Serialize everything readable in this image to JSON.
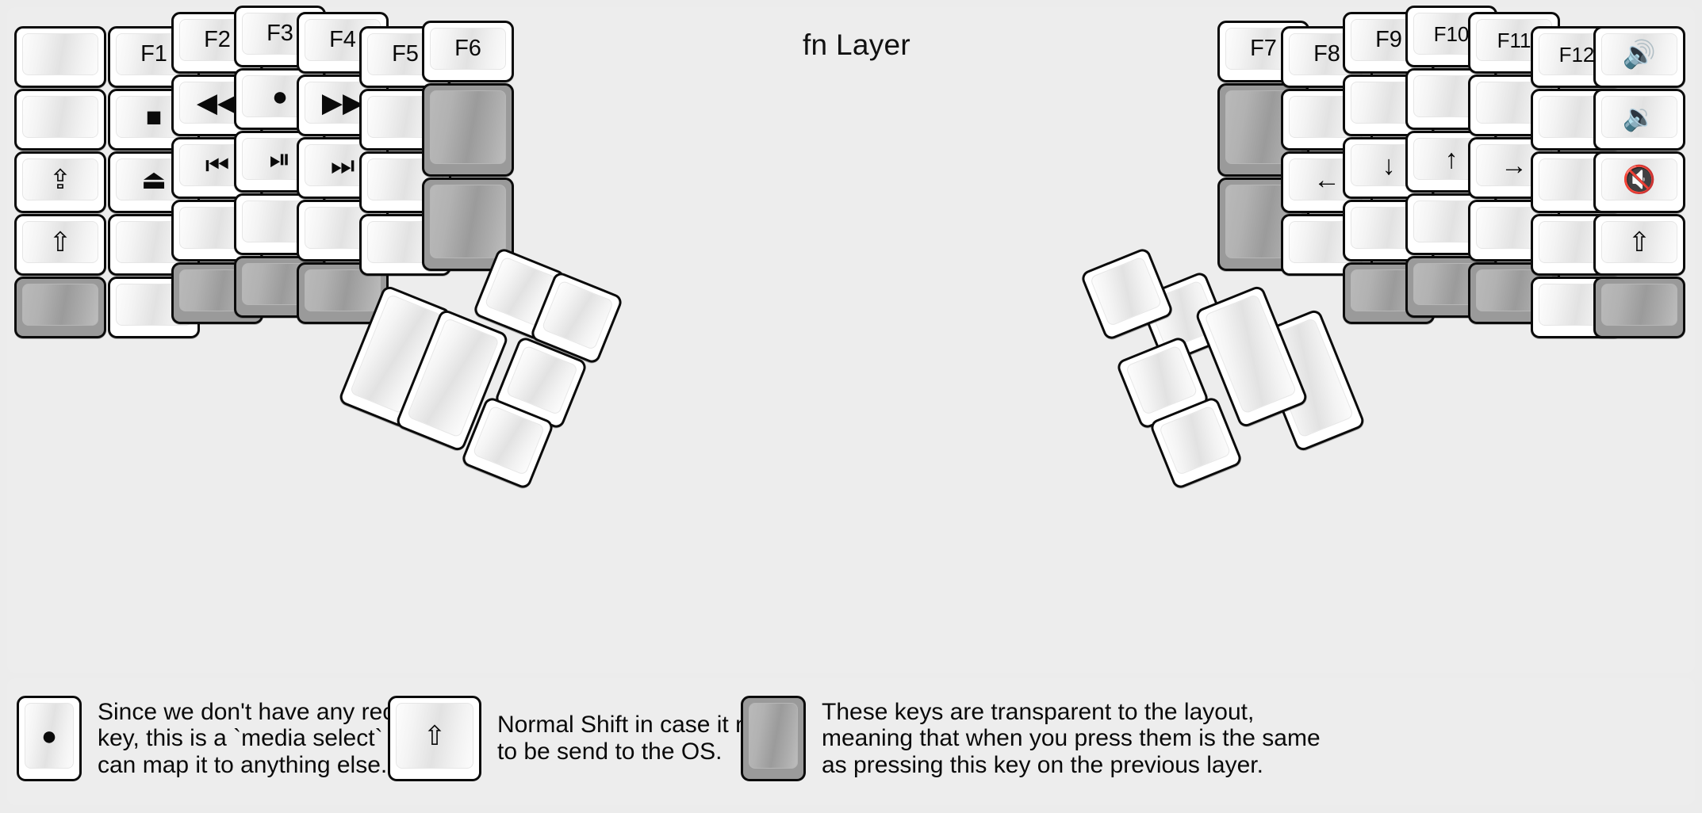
{
  "title": "fn Layer",
  "colors": {
    "page_background": "#ececec",
    "panel_background": "#ededed",
    "key_fill": "#ffffff",
    "key_border": "#0b0b0b",
    "transparent_key_fill": "#9a9a9a",
    "label_color": "#0a0a0a"
  },
  "glyphs": {
    "blank": "",
    "caps_lock": "⇪",
    "shift": "⇧",
    "stop": "■",
    "eject": "⏏",
    "record": "●",
    "rewind": "◀◀",
    "fast_forward": "▶▶",
    "prev_track": "⏮",
    "play_pause": "⏯",
    "next_track": "⏭",
    "arrow_left": "←",
    "arrow_down": "↓",
    "arrow_up": "↑",
    "arrow_right": "→",
    "volume_up": "🔊",
    "volume_down": "🔉",
    "volume_mute": "🔇"
  },
  "left_half": {
    "columns": [
      {
        "name": "pinky-outer",
        "keys": [
          {
            "label": "",
            "icon": "blank-key",
            "transparent": false
          },
          {
            "label": "",
            "icon": "blank-key",
            "transparent": false
          },
          {
            "label": "⇪",
            "icon": "caps-lock-icon",
            "transparent": false
          },
          {
            "label": "⇧",
            "icon": "shift-icon",
            "transparent": false
          },
          {
            "label": "",
            "icon": "transparent-key",
            "transparent": true
          }
        ]
      },
      {
        "name": "pinky",
        "keys": [
          {
            "label": "F1",
            "icon": "f1-key",
            "transparent": false
          },
          {
            "label": "■",
            "icon": "media-stop-icon",
            "transparent": false
          },
          {
            "label": "⏏",
            "icon": "media-eject-icon",
            "transparent": false
          },
          {
            "label": "",
            "icon": "blank-key",
            "transparent": false
          },
          {
            "label": "",
            "icon": "blank-key",
            "transparent": false
          }
        ]
      },
      {
        "name": "ring",
        "keys": [
          {
            "label": "F2",
            "icon": "f2-key",
            "transparent": false
          },
          {
            "label": "◀◀",
            "icon": "media-rewind-icon",
            "transparent": false
          },
          {
            "label": "⏮",
            "icon": "media-prev-track-icon",
            "transparent": false
          },
          {
            "label": "",
            "icon": "blank-key",
            "transparent": false
          },
          {
            "label": "",
            "icon": "transparent-key",
            "transparent": true
          }
        ]
      },
      {
        "name": "middle",
        "keys": [
          {
            "label": "F3",
            "icon": "f3-key",
            "transparent": false
          },
          {
            "label": "●",
            "icon": "media-record-icon",
            "transparent": false
          },
          {
            "label": "⏯",
            "icon": "media-play-pause-icon",
            "transparent": false
          },
          {
            "label": "",
            "icon": "blank-key",
            "transparent": false
          },
          {
            "label": "",
            "icon": "transparent-key",
            "transparent": true
          }
        ]
      },
      {
        "name": "index",
        "keys": [
          {
            "label": "F4",
            "icon": "f4-key",
            "transparent": false
          },
          {
            "label": "▶▶",
            "icon": "media-fast-forward-icon",
            "transparent": false
          },
          {
            "label": "⏭",
            "icon": "media-next-track-icon",
            "transparent": false
          },
          {
            "label": "",
            "icon": "blank-key",
            "transparent": false
          },
          {
            "label": "",
            "icon": "transparent-key",
            "transparent": true
          }
        ]
      },
      {
        "name": "index-inner",
        "keys": [
          {
            "label": "F5",
            "icon": "f5-key",
            "transparent": false
          },
          {
            "label": "",
            "icon": "blank-key",
            "transparent": false
          },
          {
            "label": "",
            "icon": "blank-key",
            "transparent": false
          },
          {
            "label": "",
            "icon": "blank-key",
            "transparent": false
          }
        ]
      },
      {
        "name": "innermost",
        "keys": [
          {
            "label": "F6",
            "icon": "f6-key",
            "transparent": false
          },
          {
            "label": "",
            "icon": "transparent-key",
            "transparent": true
          },
          {
            "label": "",
            "icon": "transparent-key",
            "transparent": true
          }
        ]
      }
    ]
  },
  "right_half": {
    "columns": [
      {
        "name": "innermost",
        "keys": [
          {
            "label": "F7",
            "icon": "f7-key",
            "transparent": false
          },
          {
            "label": "",
            "icon": "transparent-key",
            "transparent": true
          },
          {
            "label": "",
            "icon": "transparent-key",
            "transparent": true
          }
        ]
      },
      {
        "name": "index-inner",
        "keys": [
          {
            "label": "F8",
            "icon": "f8-key",
            "transparent": false
          },
          {
            "label": "",
            "icon": "blank-key",
            "transparent": false
          },
          {
            "label": "←",
            "icon": "arrow-left-icon",
            "transparent": false
          },
          {
            "label": "",
            "icon": "blank-key",
            "transparent": false
          }
        ]
      },
      {
        "name": "index",
        "keys": [
          {
            "label": "F9",
            "icon": "f9-key",
            "transparent": false
          },
          {
            "label": "",
            "icon": "blank-key",
            "transparent": false
          },
          {
            "label": "↓",
            "icon": "arrow-down-icon",
            "transparent": false
          },
          {
            "label": "",
            "icon": "blank-key",
            "transparent": false
          },
          {
            "label": "",
            "icon": "transparent-key",
            "transparent": true
          }
        ]
      },
      {
        "name": "middle",
        "keys": [
          {
            "label": "F10",
            "icon": "f10-key",
            "transparent": false
          },
          {
            "label": "",
            "icon": "blank-key",
            "transparent": false
          },
          {
            "label": "↑",
            "icon": "arrow-up-icon",
            "transparent": false
          },
          {
            "label": "",
            "icon": "blank-key",
            "transparent": false
          },
          {
            "label": "",
            "icon": "transparent-key",
            "transparent": true
          }
        ]
      },
      {
        "name": "ring",
        "keys": [
          {
            "label": "F11",
            "icon": "f11-key",
            "transparent": false
          },
          {
            "label": "",
            "icon": "blank-key",
            "transparent": false
          },
          {
            "label": "→",
            "icon": "arrow-right-icon",
            "transparent": false
          },
          {
            "label": "",
            "icon": "blank-key",
            "transparent": false
          },
          {
            "label": "",
            "icon": "transparent-key",
            "transparent": true
          }
        ]
      },
      {
        "name": "pinky",
        "keys": [
          {
            "label": "F12",
            "icon": "f12-key",
            "transparent": false
          },
          {
            "label": "",
            "icon": "blank-key",
            "transparent": false
          },
          {
            "label": "",
            "icon": "blank-key",
            "transparent": false
          },
          {
            "label": "",
            "icon": "blank-key",
            "transparent": false
          },
          {
            "label": "",
            "icon": "blank-key",
            "transparent": false
          }
        ]
      },
      {
        "name": "pinky-outer",
        "keys": [
          {
            "label": "🔊",
            "icon": "volume-up-icon",
            "transparent": false
          },
          {
            "label": "🔉",
            "icon": "volume-down-icon",
            "transparent": false
          },
          {
            "label": "🔇",
            "icon": "volume-mute-icon",
            "transparent": false
          },
          {
            "label": "⇧",
            "icon": "shift-icon",
            "transparent": false
          },
          {
            "label": "",
            "icon": "transparent-key",
            "transparent": true
          }
        ]
      }
    ]
  },
  "left_thumb_cluster": {
    "keys": [
      {
        "label": "",
        "icon": "thumb-key",
        "transparent": false
      },
      {
        "label": "",
        "icon": "thumb-key",
        "transparent": false
      },
      {
        "label": "",
        "icon": "thumb-key",
        "transparent": false
      },
      {
        "label": "",
        "icon": "thumb-key",
        "transparent": false
      },
      {
        "label": "",
        "icon": "thumb-key-large",
        "transparent": false
      },
      {
        "label": "",
        "icon": "thumb-key-large",
        "transparent": false
      }
    ]
  },
  "right_thumb_cluster": {
    "keys": [
      {
        "label": "",
        "icon": "thumb-key",
        "transparent": false
      },
      {
        "label": "",
        "icon": "thumb-key",
        "transparent": false
      },
      {
        "label": "",
        "icon": "thumb-key",
        "transparent": false
      },
      {
        "label": "",
        "icon": "thumb-key",
        "transparent": false
      },
      {
        "label": "",
        "icon": "thumb-key-large",
        "transparent": false
      },
      {
        "label": "",
        "icon": "thumb-key-large",
        "transparent": false
      }
    ]
  },
  "legend": {
    "items": [
      {
        "key_glyph": "●",
        "key_icon": "media-record-icon",
        "transparent": false,
        "text": "Since we don't have any recording\nkey, this is a `media select` so user\ncan map it to anything else."
      },
      {
        "key_glyph": "⇧",
        "key_icon": "shift-icon",
        "transparent": false,
        "text": "Normal Shift in case it needs\nto be send to the OS."
      },
      {
        "key_glyph": "",
        "key_icon": "transparent-key",
        "transparent": true,
        "text": "These keys are transparent to the layout,\nmeaning that when you press them is the same\nas pressing this key on the previous layer."
      }
    ]
  }
}
